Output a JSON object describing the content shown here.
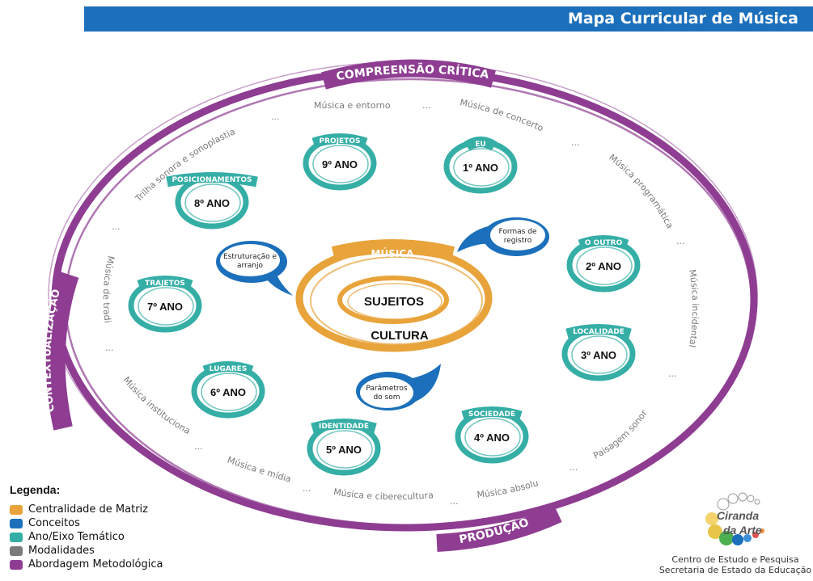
{
  "header": {
    "title": "Mapa Curricular de Música"
  },
  "colors": {
    "header": "#1b6fbb",
    "matriz": "#e8a33a",
    "conceitos": "#1b6fbb",
    "ano": "#35aea6",
    "modalidades": "#7a7a7a",
    "abordagem": "#8e3d92"
  },
  "outer_ring": {
    "top": "COMPREENSÃO CRÍTICA",
    "left": "CONTEXTUALIZAÇÃO",
    "bottom": "PRODUÇÃO"
  },
  "modalidades": {
    "musica_entorno": "Música e entorno",
    "musica_concerto": "Música de concerto",
    "musica_programatica": "Música programática",
    "musica_incidental": "Música incidental",
    "paisagem_sonora": "Paisagem sonora",
    "musica_absoluta": "Música absoluta",
    "musica_ciberecultura": "Música e ciberecultura",
    "musica_midia": "Música e mídia",
    "musica_institucional": "Música institucional",
    "musica_tradicao": "Música de tradição",
    "trilha_sonora": "Trilha sonora e sonoplastia",
    "ellipsis": "..."
  },
  "center": {
    "musica": "MÚSICA",
    "sujeitos": "SUJEITOS",
    "cultura": "CULTURA"
  },
  "conceitos": {
    "formas_1": "Formas de",
    "formas_2": "registro",
    "estrut_1": "Estruturação e",
    "estrut_2": "arranjo",
    "param_1": "Parâmetros",
    "param_2": "do som"
  },
  "anos": [
    {
      "tema": "EU",
      "ano": "1º ANO"
    },
    {
      "tema": "O OUTRO",
      "ano": "2º ANO"
    },
    {
      "tema": "LOCALIDADE",
      "ano": "3º ANO"
    },
    {
      "tema": "SOCIEDADE",
      "ano": "4º ANO"
    },
    {
      "tema": "IDENTIDADE",
      "ano": "5º ANO"
    },
    {
      "tema": "LUGARES",
      "ano": "6º ANO"
    },
    {
      "tema": "TRAJETOS",
      "ano": "7º ANO"
    },
    {
      "tema": "POSICIONAMENTOS",
      "ano": "8º ANO"
    },
    {
      "tema": "PROJETOS",
      "ano": "9º ANO"
    }
  ],
  "legend": {
    "title": "Legenda:",
    "items": [
      {
        "label": "Centralidade de Matriz",
        "color": "#e8a33a"
      },
      {
        "label": "Conceitos",
        "color": "#1b6fbb"
      },
      {
        "label": "Ano/Eixo Temático",
        "color": "#35aea6"
      },
      {
        "label": "Modalidades",
        "color": "#7a7a7a"
      },
      {
        "label": "Abordagem Metodológica",
        "color": "#8e3d92"
      }
    ]
  },
  "logo": {
    "brand_line1": "Ciranda",
    "brand_line2": "da Arte",
    "line1": "Centro de Estudo e Pesquisa",
    "line2": "Secretaria de Estado da Educação"
  }
}
